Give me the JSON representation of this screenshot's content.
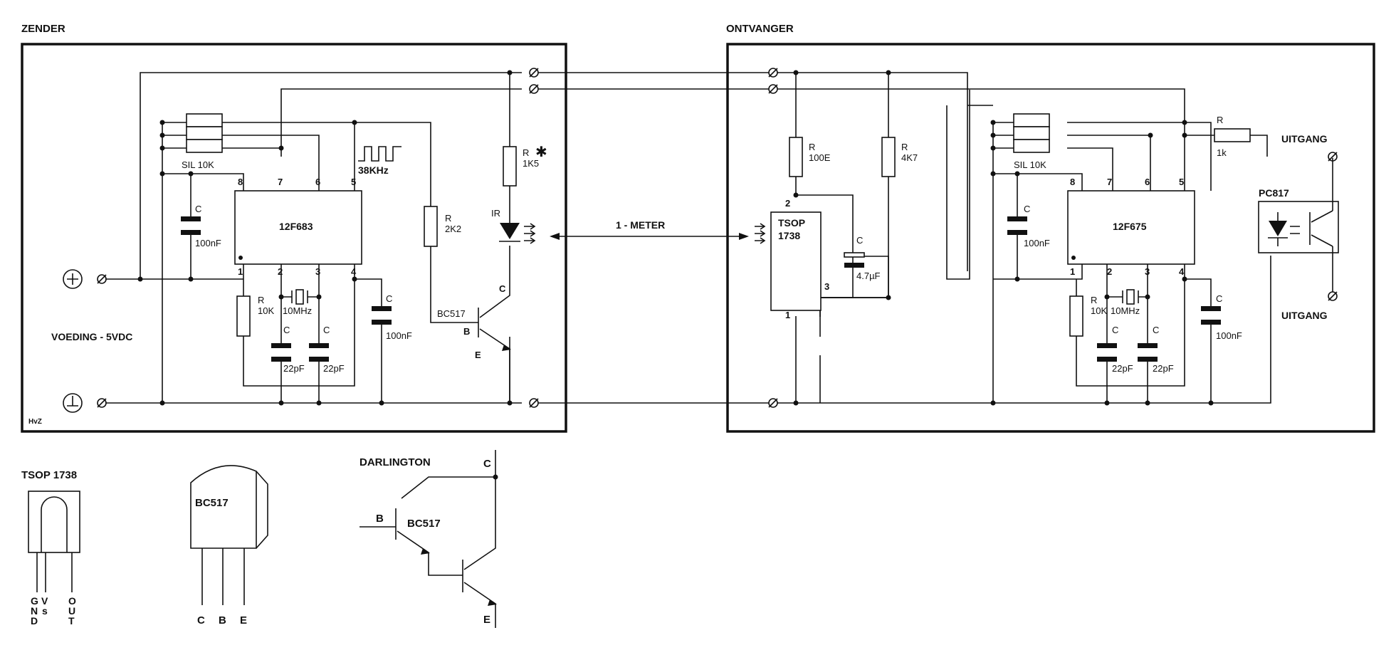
{
  "sections": {
    "transmitter": "ZENDER",
    "receiver": "ONTVANGER",
    "link": "1 - METER",
    "supply": "VOEDING - 5VDC",
    "author": "HvZ"
  },
  "transmitter": {
    "ic": "12F683",
    "sil": "SIL 10K",
    "freq": "38KHz",
    "cap_letter": "C",
    "res_letter": "R",
    "c_decouple": "100nF",
    "c_decouple2": "100nF",
    "c_xtal1": "22pF",
    "c_xtal2": "22pF",
    "xtal": "10MHz",
    "r_reset": "10K",
    "r_base": "2K2",
    "r_led": "1K5",
    "led": "IR",
    "asterisk": "✱",
    "transistor": "BC517",
    "pin_b": "B",
    "pin_c": "C",
    "pin_e": "E",
    "pins": [
      "1",
      "2",
      "3",
      "4",
      "5",
      "6",
      "7",
      "8"
    ]
  },
  "receiver": {
    "ic": "12F675",
    "sil": "SIL 10K",
    "sensor_line1": "TSOP",
    "sensor_line2": "1738",
    "r_100e": "100E",
    "r_4k7": "4K7",
    "c_elco": "4.7µF",
    "c_decouple": "100nF",
    "c_decouple2": "100nF",
    "c_xtal1": "22pF",
    "c_xtal2": "22pF",
    "xtal": "10MHz",
    "r_reset": "10K",
    "r_out": "1k",
    "opto": "PC817",
    "output1": "UITGANG",
    "output2": "UITGANG",
    "tsop_pins": [
      "1",
      "2",
      "3"
    ],
    "pins": [
      "1",
      "2",
      "3",
      "4",
      "5",
      "6",
      "7",
      "8"
    ]
  },
  "legend": {
    "tsop_title": "TSOP 1738",
    "tsop_pins": [
      {
        "l1": "G",
        "l2": "N",
        "l3": "D"
      },
      {
        "l1": "V",
        "l2": "s",
        "l3": ""
      },
      {
        "l1": "O",
        "l2": "U",
        "l3": "T"
      }
    ],
    "bc517_label": "BC517",
    "bc517_pins": [
      "C",
      "B",
      "E"
    ],
    "darlington_title": "DARLINGTON",
    "darlington_label": "BC517",
    "darlington_b": "B",
    "darlington_c": "C",
    "darlington_e": "E"
  }
}
